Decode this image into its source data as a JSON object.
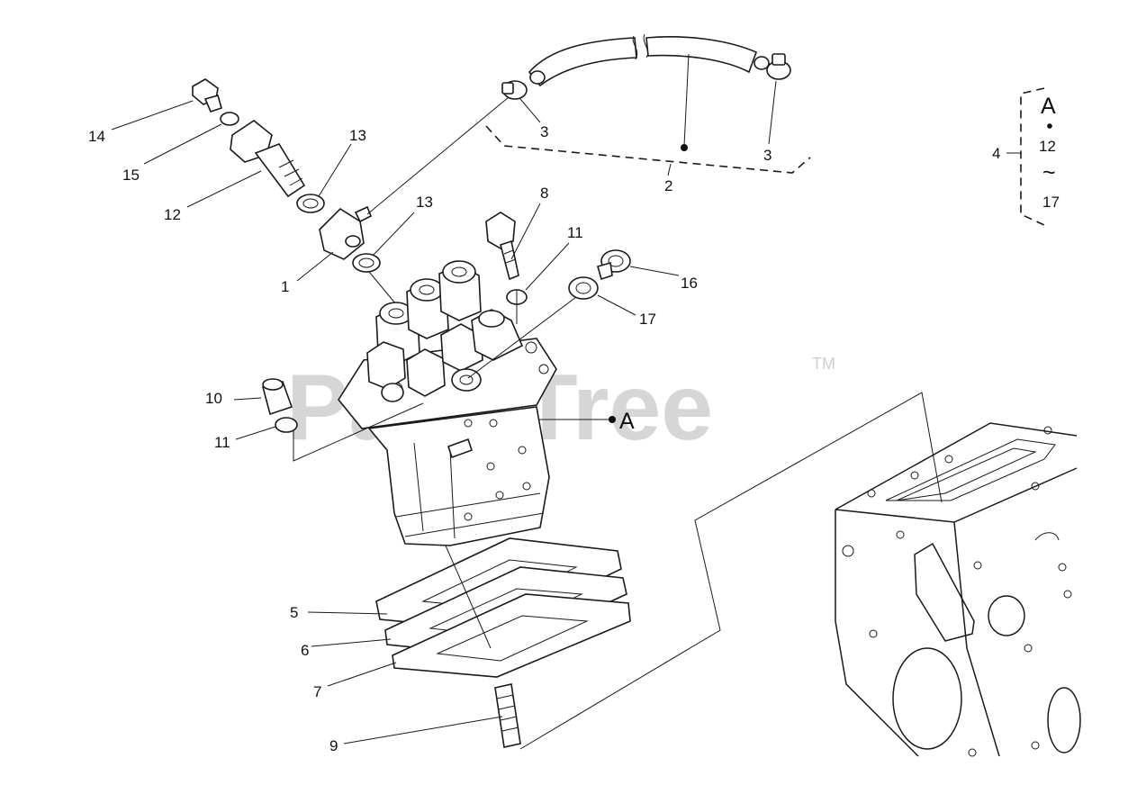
{
  "watermark": {
    "text": "PartsTree",
    "trademark": "TM"
  },
  "callouts": {
    "c1": "1",
    "c2": "2",
    "c3a": "3",
    "c3b": "3",
    "c4": "4",
    "c5": "5",
    "c6": "6",
    "c7": "7",
    "c8": "8",
    "c9": "9",
    "c10": "10",
    "c11a": "11",
    "c11b": "11",
    "c12": "12",
    "c13a": "13",
    "c13b": "13",
    "c14": "14",
    "c15": "15",
    "c16": "16",
    "c17": "17"
  },
  "ref_marker": {
    "letter": "A"
  },
  "legend": {
    "letter": "A",
    "from": "12",
    "range_symbol": "~",
    "to": "17"
  }
}
